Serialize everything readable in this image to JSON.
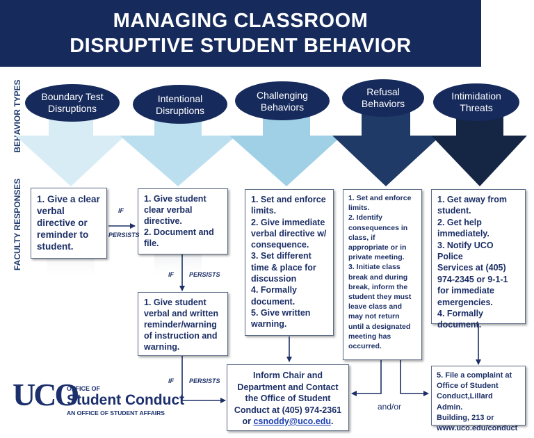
{
  "title": {
    "line1": "MANAGING CLASSROOM",
    "line2": "DISRUPTIVE STUDENT BEHAVIOR"
  },
  "side_labels": {
    "behavior_types": "BEHAVIOR TYPES",
    "faculty_responses": "FACULTY RESPONSES"
  },
  "behavior_types": [
    {
      "line1": "Boundary Test",
      "line2": "Disruptions"
    },
    {
      "line1": "Intentional",
      "line2": "Disruptions"
    },
    {
      "line1": "Challenging",
      "line2": "Behaviors"
    },
    {
      "line1": "Refusal",
      "line2": "Behaviors"
    },
    {
      "line1": "Intimidation",
      "line2": "Threats"
    }
  ],
  "responses": {
    "boundary": [
      "1. Give a clear",
      "verbal",
      "directive or",
      "reminder to",
      "student."
    ],
    "intentional": [
      "1. Give student",
      "clear verbal",
      "directive.",
      "2. Document and",
      "file."
    ],
    "intentional_persist": [
      "1. Give student",
      "verbal and written",
      "reminder/warning",
      "of instruction and",
      "warning."
    ],
    "challenging": [
      "1. Set and enforce",
      "limits.",
      "2. Give immediate",
      "verbal directive w/",
      "consequence.",
      "3. Set different",
      "time & place for",
      "discussion",
      "4. Formally",
      "document.",
      "5. Give written",
      "warning."
    ],
    "refusal": [
      "1. Set and enforce",
      "limits.",
      "2. Identify",
      "consequences in",
      "class, if",
      "appropriate or in",
      "private meeting.",
      "3. Initiate class",
      "break and during",
      "break, inform the",
      "student they must",
      "leave class and",
      "may not return",
      "until a designated",
      "meeting has",
      "occurred."
    ],
    "intimidation": [
      "1. Get away from",
      "student.",
      "2. Get help",
      "immediately.",
      "3. Notify UCO Police",
      "Services at (405)",
      "974-2345 or 9-1-1",
      "for immediate",
      "emergencies.",
      "4. Formally",
      "document."
    ],
    "contact": {
      "line1": "Inform Chair and",
      "line2": "Department and Contact",
      "line3": "the Office of Student",
      "line4": "Conduct at (405) 974-2361",
      "or": "or ",
      "email": "csnoddy@uco.edu",
      "period": "."
    },
    "complaint": [
      "5. File a complaint at",
      "Office of Student",
      "Conduct,Lillard Admin.",
      "Building, 213 or",
      "www.uco.edu/conduct"
    ]
  },
  "flow_labels": {
    "if": "IF",
    "persists": "PERSISTS",
    "and_or": "and/or"
  },
  "logo": {
    "mark": "UCO",
    "office_of": "OFFICE OF",
    "name": "Student Conduct",
    "sub": "AN OFFICE OF STUDENT AFFAIRS"
  },
  "colors": {
    "navy": "#162a5c",
    "arrow1": "#d7ecf4",
    "arrow2": "#bcdff0",
    "arrow3": "#9fd0e6",
    "arrow4": "#1f3a66",
    "arrow5": "#152645",
    "box_text": "#1c2f66"
  }
}
